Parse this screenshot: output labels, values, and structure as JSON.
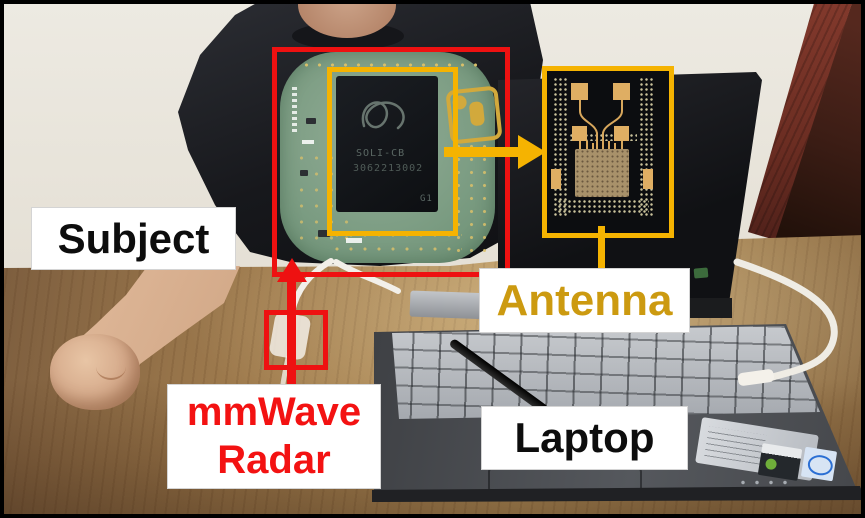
{
  "figure": {
    "type": "annotated experimental-setup photograph",
    "caption_labels": {
      "subject": "Subject",
      "antenna": "Antenna",
      "mmwave_line1": "mmWave",
      "mmwave_line2": "Radar",
      "laptop": "Laptop"
    },
    "radar_chip": {
      "marking_line1": "SOLI-CB",
      "marking_line2": "3062213002",
      "marking_line3": "G1"
    },
    "icons": [
      "soli-logo-icon",
      "presence-person-icon"
    ],
    "colors": {
      "highlight_red": "#ee1111",
      "highlight_gold": "#f5b301",
      "antenna_label_text": "#cc9a10",
      "radar_label_text": "#f31212",
      "label_text_dark": "#0d0d0d",
      "label_background": "#ffffff",
      "pcb_green": "#7b9c82",
      "table_wood": "#a07c4e",
      "chair_mahogany": "#6b2d22"
    }
  }
}
